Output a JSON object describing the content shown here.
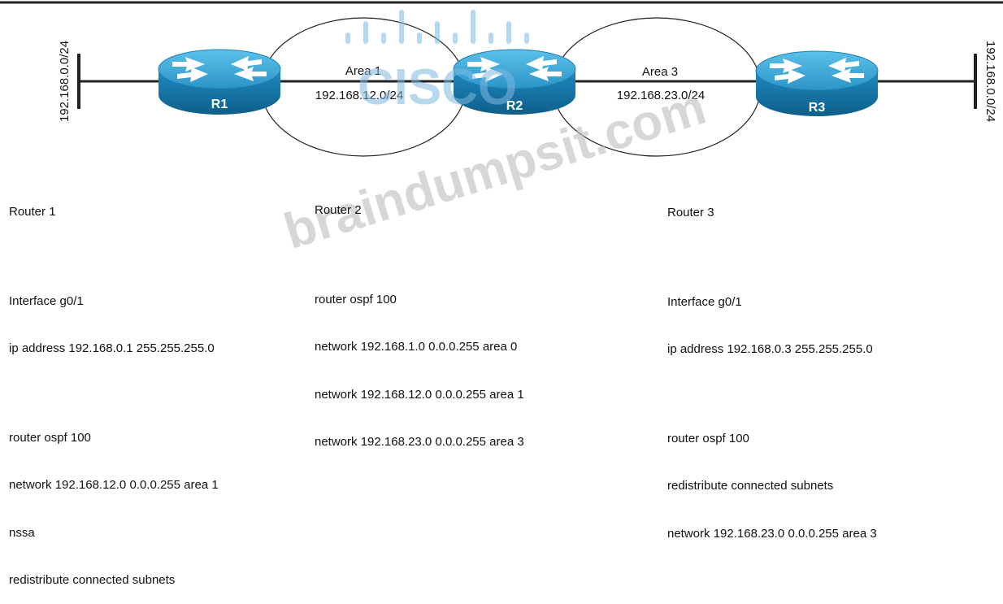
{
  "topology": {
    "routers": [
      {
        "id": "r1",
        "label": "R1"
      },
      {
        "id": "r2",
        "label": "R2"
      },
      {
        "id": "r3",
        "label": "R3"
      }
    ],
    "areas": [
      {
        "label": "Area 1",
        "subnet": "192.168.12.0/24"
      },
      {
        "label": "Area 3",
        "subnet": "192.168.23.0/24"
      }
    ],
    "lan_left": "192.168.0.0/24",
    "lan_right": "192.168.0.0/24"
  },
  "configs": {
    "router1": {
      "title": "Router 1",
      "interface": "Interface g0/1",
      "ip": "ip address 192.168.0.1 255.255.255.0",
      "ospf": "router ospf 100",
      "network": "network 192.168.12.0 0.0.0.255 area 1",
      "nssa": "nssa",
      "redistribute": "redistribute connected subnets"
    },
    "router2": {
      "title": "Router 2",
      "ospf": "router ospf 100",
      "network1": "network 192.168.1.0 0.0.0.255 area 0",
      "network2": "network 192.168.12.0 0.0.0.255 area 1",
      "network3": "network 192.168.23.0 0.0.0.255 area 3"
    },
    "router3": {
      "title": "Router 3",
      "interface": "Interface g0/1",
      "ip": "ip address 192.168.0.3 255.255.255.0",
      "ospf": "router ospf 100",
      "redistribute": "redistribute connected subnets",
      "network": "network 192.168.23.0 0.0.0.255 area 3"
    }
  },
  "watermark": {
    "logo_text": "CISCO",
    "site": "braindumpsit.com"
  },
  "colors": {
    "router_top": "#3aa6d6",
    "router_side": "#1478a8",
    "watermark": "#7fb9e0",
    "watermark_text": "#bdbdbd"
  }
}
